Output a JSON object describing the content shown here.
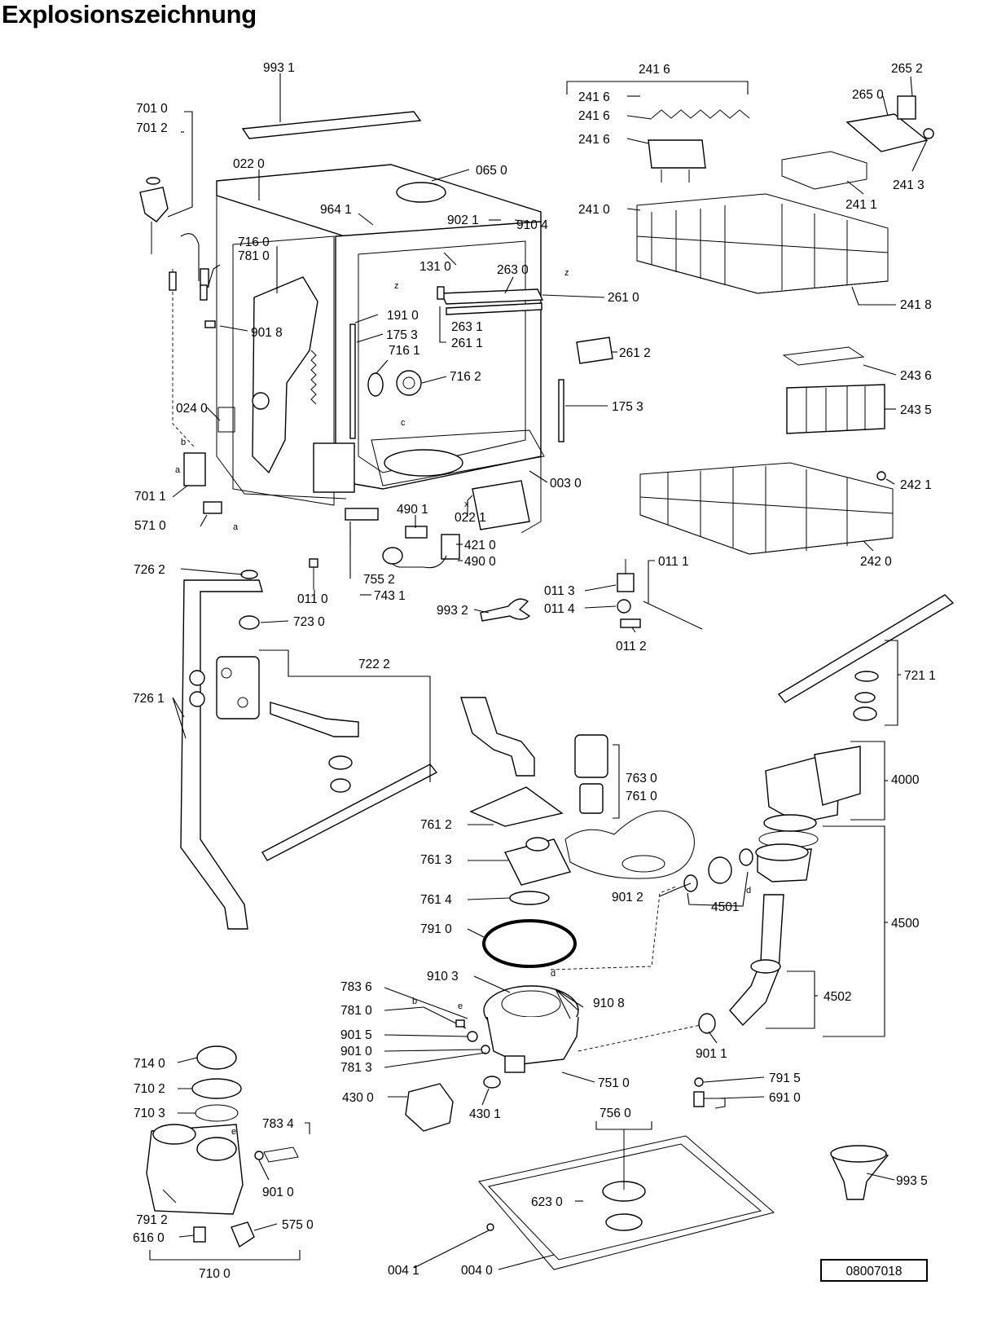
{
  "title": "Explosionszeichnung",
  "document_number": "08007018",
  "labels": {
    "p9931": "993 1",
    "p7010": "701 0",
    "p7012": "701 2",
    "p0220": "022 0",
    "p0650": "065 0",
    "p9641": "964 1",
    "p9021": "902 1",
    "p9104": "910 4",
    "p7160": "716 0",
    "p7810a": "781 0",
    "p1310": "131 0",
    "p2630": "263 0",
    "p2610": "261 0",
    "p1910": "191 0",
    "p9018": "901 8",
    "p1753a": "175 3",
    "p2631": "263 1",
    "p2611": "261 1",
    "p7161": "716 1",
    "p2612": "261 2",
    "p7162": "716 2",
    "p1753b": "175 3",
    "p0240": "024 0",
    "p0030": "003 0",
    "p7011": "701 1",
    "p0221": "022 1",
    "p5710": "571 0",
    "p4901": "490 1",
    "p4210": "421 0",
    "p4900": "490 0",
    "p7262": "726 2",
    "p0110": "011 0",
    "p7552": "755 2",
    "p7431": "743 1",
    "p7230": "723 0",
    "p9932": "993 2",
    "p0111": "011 1",
    "p0113": "011 3",
    "p0114": "011 4",
    "p0112": "011 2",
    "p2416a": "241 6",
    "p2416b": "241 6",
    "p2416c": "241 6",
    "p2416d": "241 6",
    "p2652": "265 2",
    "p2650": "265 0",
    "p2413": "241 3",
    "p2411": "241 1",
    "p2410": "241 0",
    "p2418": "241 8",
    "p2436": "243 6",
    "p2435": "243 5",
    "p2421": "242 1",
    "p2420": "242 0",
    "p7211": "721 1",
    "p7222": "722 2",
    "p7261": "726 1",
    "p7630": "763 0",
    "p7610": "761 0",
    "p4000": "4000",
    "p7612": "761 2",
    "p7613": "761 3",
    "p9012": "901 2",
    "p4501": "4501",
    "p4500": "4500",
    "p7614": "761 4",
    "p7910": "791 0",
    "p9103": "910 3",
    "p9108": "910 8",
    "p7836": "783 6",
    "p7810b": "781 0",
    "p9015": "901 5",
    "p9010a": "901 0",
    "p7813": "781 3",
    "p4502": "4502",
    "p9011": "901 1",
    "p7510": "751 0",
    "p7915": "791 5",
    "p6910": "691 0",
    "p4300": "430 0",
    "p4301": "430 1",
    "p7140": "714 0",
    "p7102": "710 2",
    "p7103": "710 3",
    "p7834": "783 4",
    "p9010b": "901 0",
    "p7912": "791 2",
    "p5750": "575 0",
    "p6160": "616 0",
    "p7100": "710 0",
    "p7560": "756 0",
    "p6230": "623 0",
    "p9935": "993 5",
    "p0041": "004 1",
    "p0040": "004 0"
  },
  "letters": {
    "z": "z",
    "c": "c",
    "b": "b",
    "a": "a",
    "x": "x",
    "d": "d",
    "e": "e"
  }
}
